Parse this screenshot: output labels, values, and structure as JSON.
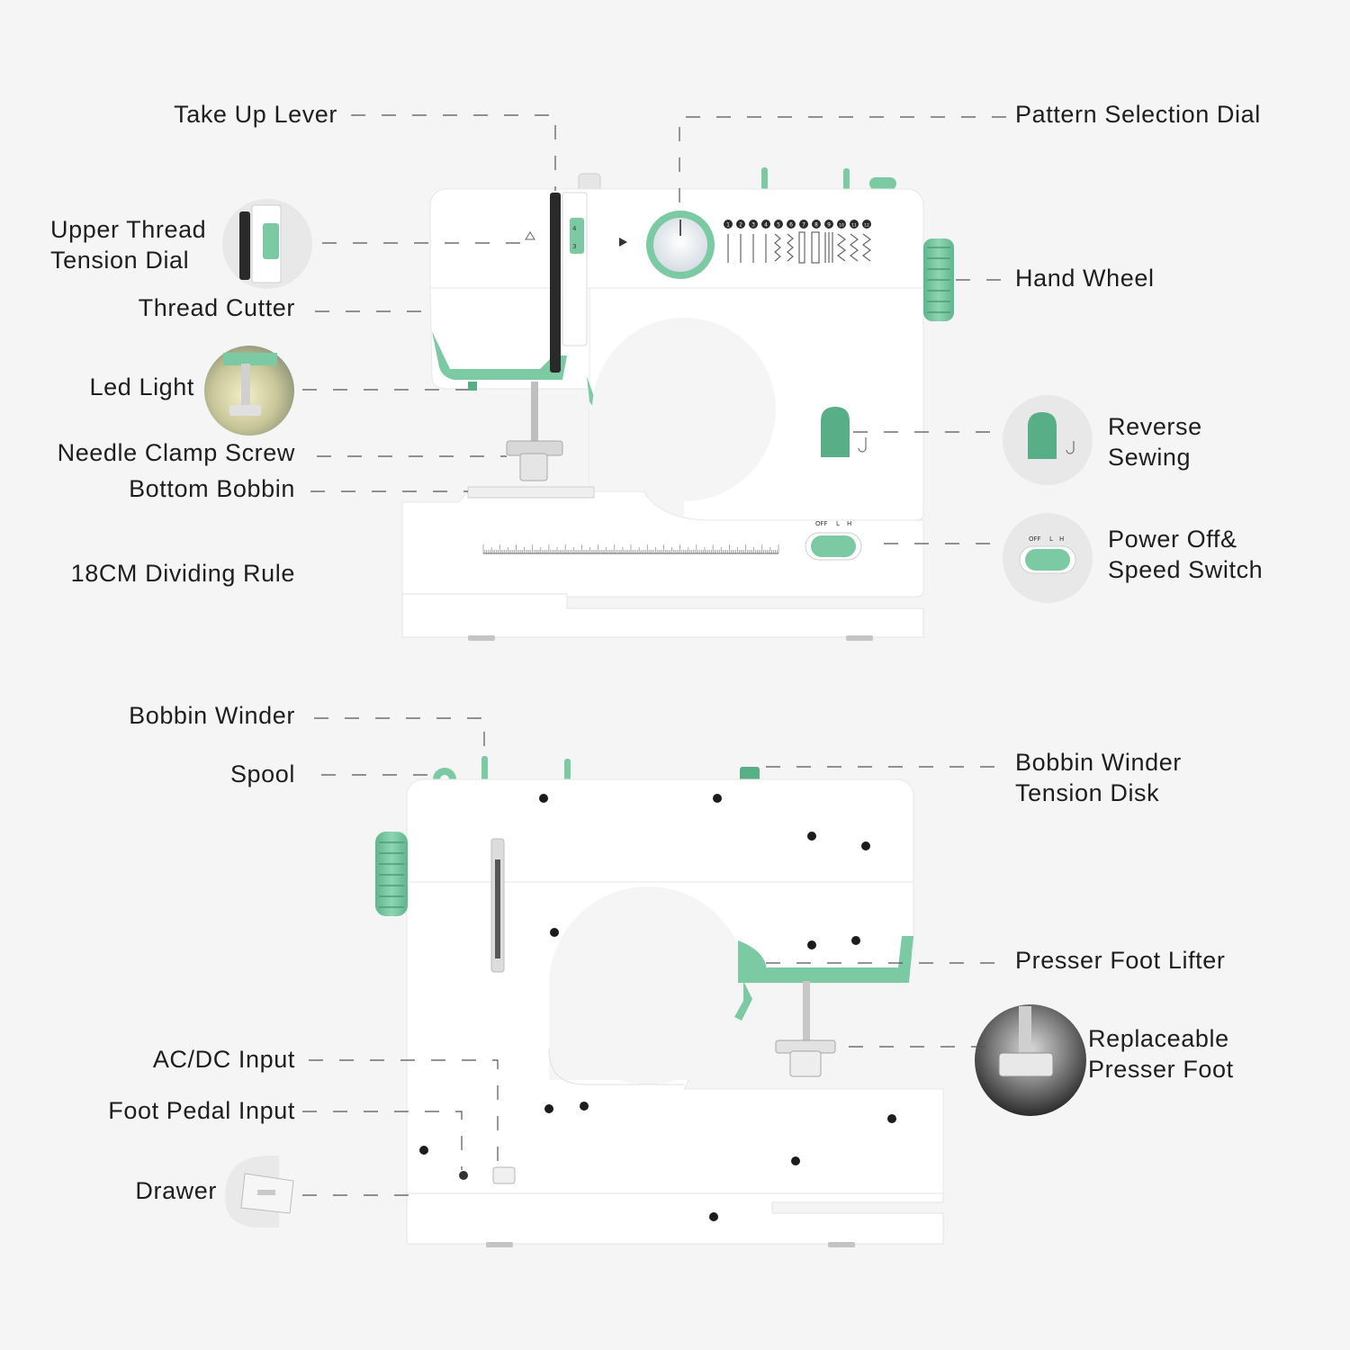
{
  "callouts": {
    "take_up_lever": "Take Up Lever",
    "pattern_selection_dial": "Pattern Selection Dial",
    "upper_thread_tension_dial": [
      "Upper Thread",
      "Tension Dial"
    ],
    "thread_cutter": "Thread Cutter",
    "hand_wheel": "Hand Wheel",
    "led_light": "Led Light",
    "reverse_sewing": [
      "Reverse",
      "Sewing"
    ],
    "needle_clamp_screw": "Needle Clamp Screw",
    "bottom_bobbin": "Bottom Bobbin",
    "power_speed_switch": [
      "Power Off&",
      "Speed Switch"
    ],
    "dividing_rule": "18CM Dividing Rule",
    "bobbin_winder": "Bobbin Winder",
    "bobbin_winder_tension_disk": [
      "Bobbin Winder",
      "Tension Disk"
    ],
    "spool": "Spool",
    "presser_foot_lifter": "Presser Foot Lifter",
    "ac_dc_input": "AC/DC Input",
    "replaceable_presser_foot": [
      "Replaceable",
      "Presser Foot"
    ],
    "foot_pedal_input": "Foot Pedal Input",
    "drawer": "Drawer"
  },
  "switch_markings": {
    "off": "OFF",
    "low": "L",
    "high": "H"
  },
  "tension_numbers": [
    "4",
    "3"
  ],
  "pattern_numbers": [
    "1",
    "2",
    "3",
    "4",
    "5",
    "6",
    "7",
    "8",
    "9",
    "10",
    "11",
    "12"
  ],
  "colors": {
    "accent_green": "#7ccaa4",
    "dark_green": "#58ae86",
    "body_white": "#ffffff",
    "background": "#f5f5f5",
    "leader_line": "#555555"
  }
}
